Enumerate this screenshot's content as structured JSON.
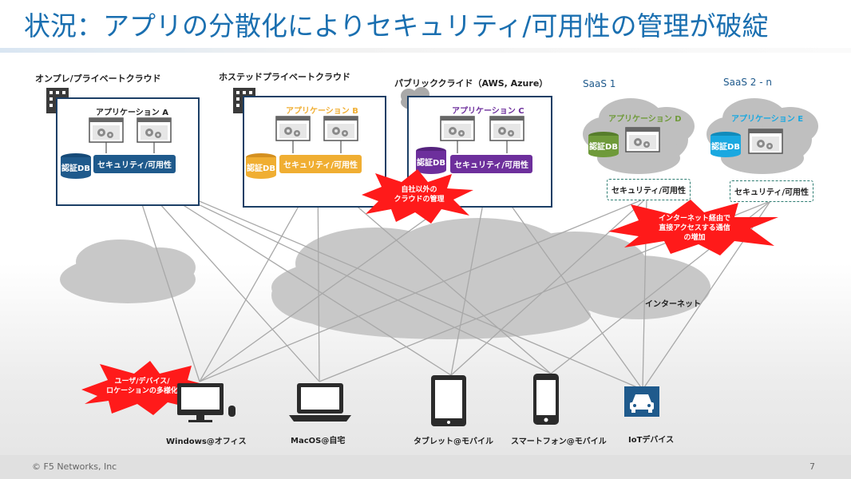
{
  "title": "状況：アプリの分散化によりセキュリティ/可用性の管理が破綻",
  "footer": {
    "copyright": "© F5 Networks, Inc",
    "page": "7"
  },
  "internet_label": "インターネット",
  "environments": [
    {
      "name": "オンプレ/プライベートクラウド",
      "app": "アプリケーション A",
      "db": "認証DB",
      "security": "セキュリティ/可用性",
      "color": "#1f5a8c"
    },
    {
      "name": "ホステッドプライベートクラウド",
      "app": "アプリケーション B",
      "db": "認証DB",
      "security": "セキュリティ/可用性",
      "color": "#f0ae32"
    },
    {
      "name": "パブリッククライド（AWS, Azure）",
      "app": "アプリケーション C",
      "db": "認証DB",
      "security": "セキュリティ/可用性",
      "color": "#6d2f9c"
    },
    {
      "name": "SaaS 1",
      "app": "アプリケーション D",
      "db": "認証DB",
      "security": "セキュリティ/可用性",
      "color": "#6f9a3a"
    },
    {
      "name": "SaaS 2 - n",
      "app": "アプリケーション E",
      "db": "認証DB",
      "security": "セキュリティ/可用性",
      "color": "#1aa8e0"
    }
  ],
  "callouts": [
    {
      "line1": "自社以外の",
      "line2": "クラウドの管理",
      "line3": ""
    },
    {
      "line1": "インターネット経由で",
      "line2": "直接アクセスする通信",
      "line3": "の増加"
    },
    {
      "line1": "ユーザ/デバイス/",
      "line2": "ロケーションの多様化",
      "line3": ""
    }
  ],
  "devices": [
    {
      "label": "Windows@オフィス",
      "icon": "desktop-icon"
    },
    {
      "label": "MacOS@自宅",
      "icon": "laptop-icon"
    },
    {
      "label": "タブレット@モバイル",
      "icon": "tablet-icon"
    },
    {
      "label": "スマートフォン@モバイル",
      "icon": "smartphone-icon"
    },
    {
      "label": "IoTデバイス",
      "icon": "car-icon"
    }
  ]
}
